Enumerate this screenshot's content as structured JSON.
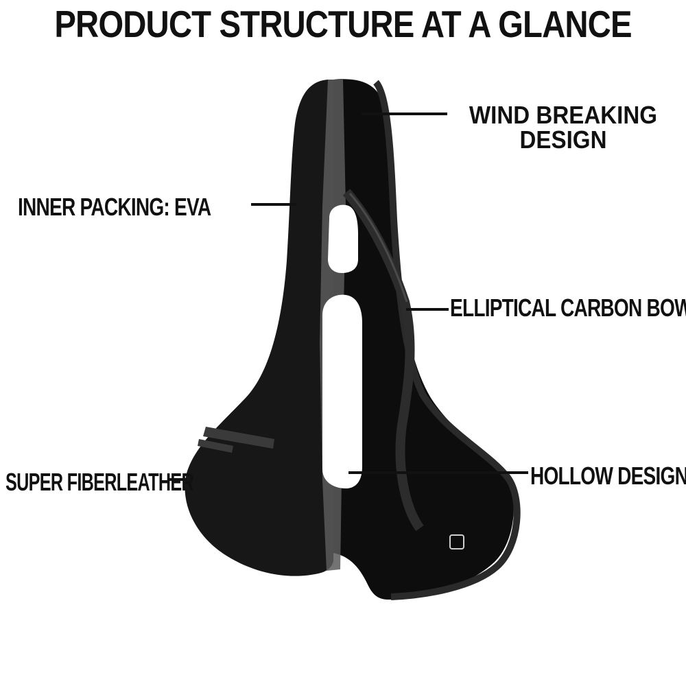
{
  "title": "PRODUCT STRUCTURE AT A GLANCE",
  "labels": {
    "wind_breaking": "WIND BREAKING\nDESIGN",
    "wind_line1": "WIND BREAKING",
    "wind_line2": "DESIGN",
    "inner_packing": "INNER PACKING: EVA",
    "elliptical_bow": "ELLIPTICAL CARBON BOW",
    "super_fiberleather": "SUPER FIBERLEATHER",
    "hollow_design": "HOLLOW DESIGN"
  },
  "colors": {
    "background": "#ffffff",
    "saddle_leather": "#161616",
    "saddle_inner": "#0c0c0c",
    "cutaway_gray": "#6b6b6b",
    "line": "#111111"
  }
}
